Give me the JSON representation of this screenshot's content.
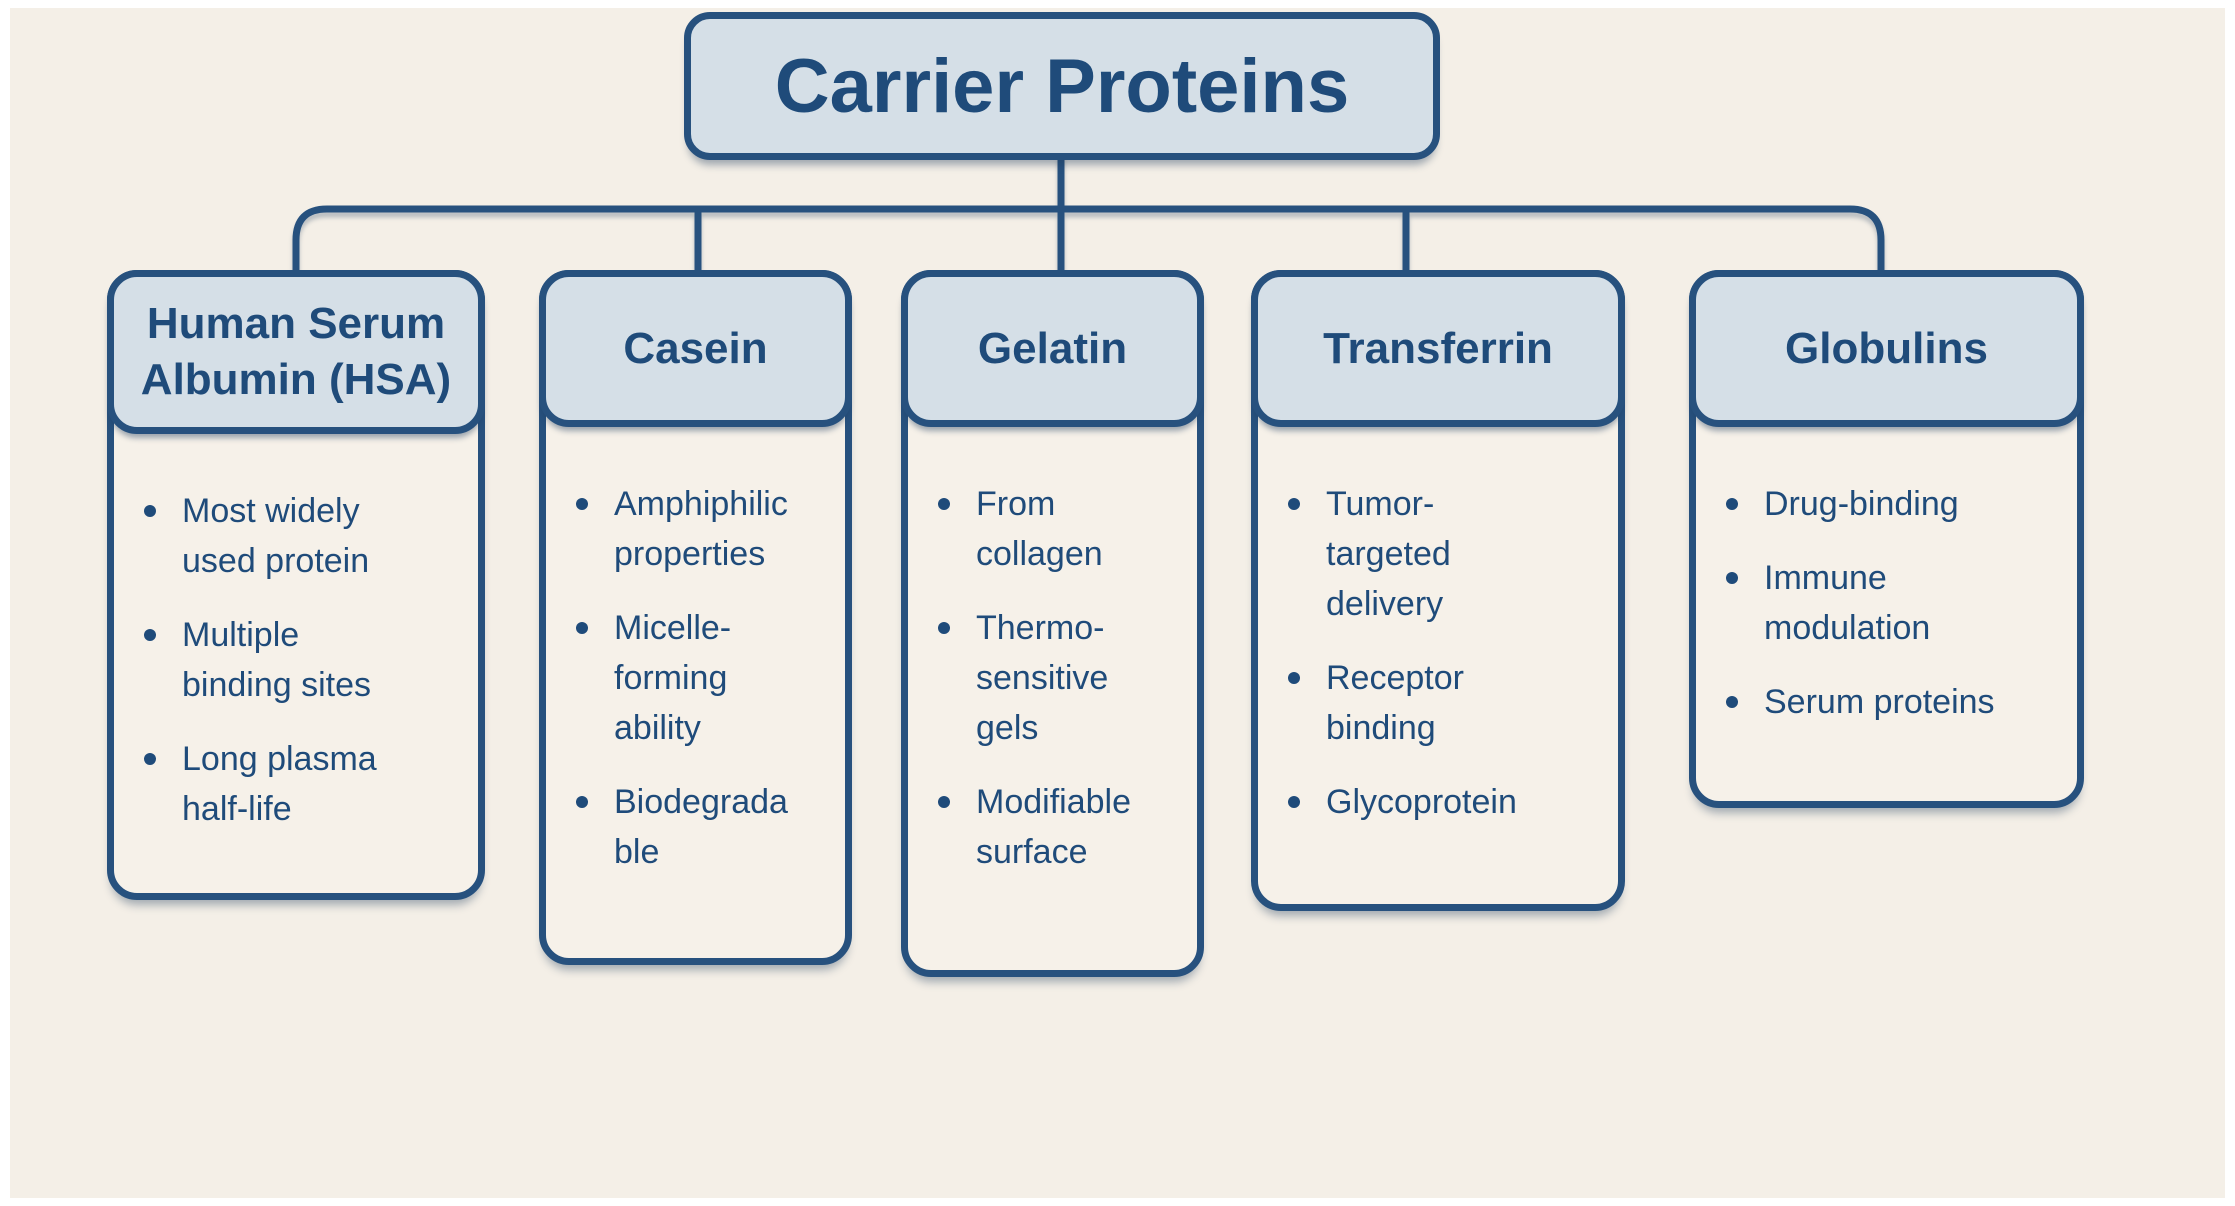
{
  "title": "Carrier Proteins",
  "colors": {
    "ink": "#1f4b7a",
    "line": "#27517e",
    "headerFill": "#d5dfe7",
    "bodyFill": "#f6f1e9",
    "bg": "#f4efe7"
  },
  "nodes": [
    {
      "title": "Human Serum\nAlbumin (HSA)",
      "bullets": [
        "Most widely\nused protein",
        "Multiple\nbinding sites",
        "Long plasma\nhalf-life"
      ]
    },
    {
      "title": "Casein",
      "bullets": [
        "Amphiphilic\nproperties",
        "Micelle-\nforming\nability",
        "Biodegrada\nble"
      ]
    },
    {
      "title": "Gelatin",
      "bullets": [
        "From\ncollagen",
        "Thermo-\nsensitive\ngels",
        "Modifiable\nsurface"
      ]
    },
    {
      "title": "Transferrin",
      "bullets": [
        "Tumor-\ntargeted\ndelivery",
        "Receptor\nbinding",
        "Glycoprotein"
      ]
    },
    {
      "title": "Globulins",
      "bullets": [
        "Drug-binding",
        "Immune\nmodulation",
        "Serum proteins"
      ]
    }
  ]
}
